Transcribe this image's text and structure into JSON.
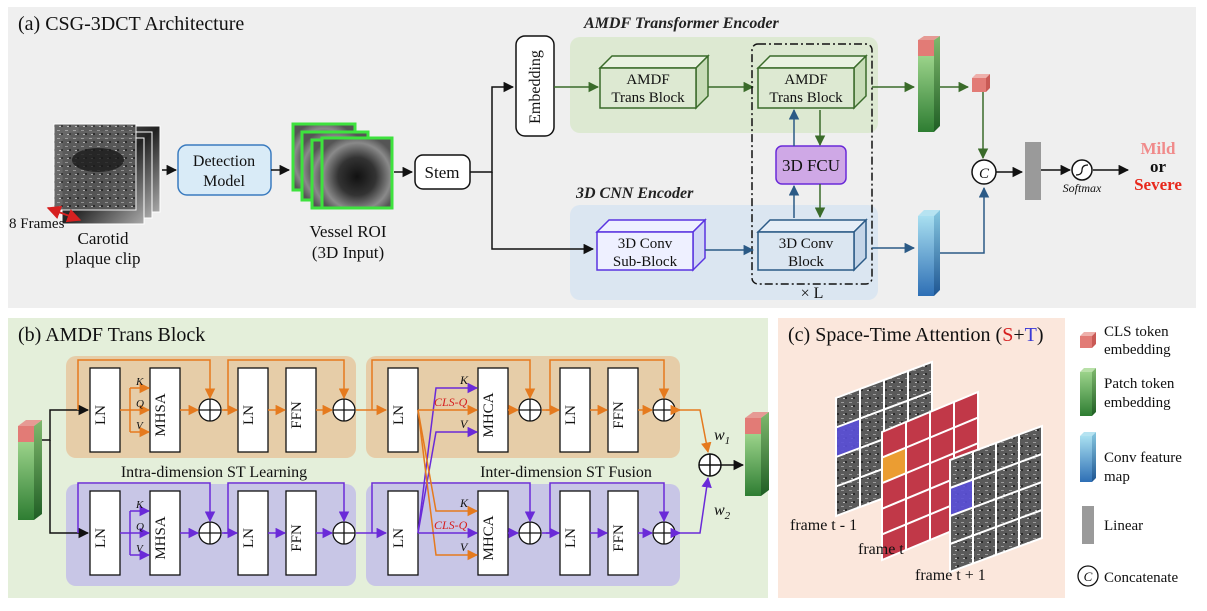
{
  "panel_a": {
    "title": "(a) CSG-3DCT Architecture",
    "transformer_encoder_title": "AMDF Transformer Encoder",
    "cnn_encoder_title": "3D CNN Encoder",
    "frames_label": "8 Frames",
    "clip_label_1": "Carotid",
    "clip_label_2": "plaque clip",
    "detection_line1": "Detection",
    "detection_line2": "Model",
    "roi_label_1": "Vessel ROI",
    "roi_label_2": "(3D Input)",
    "stem": "Stem",
    "embedding": "Embedding",
    "amdf_block_1a": "AMDF",
    "amdf_block_1b": "Trans Block",
    "amdf_block_2a": "AMDF",
    "amdf_block_2b": "Trans Block",
    "fcu": "3D FCU",
    "conv_sub_a": "3D Conv",
    "conv_sub_b": "Sub-Block",
    "conv_block_a": "3D Conv",
    "conv_block_b": "Block",
    "repeat": "× L",
    "concat_symbol": "C",
    "softmax": "Softmax",
    "out_mild": "Mild",
    "out_or": "or",
    "out_severe": "Severe"
  },
  "panel_b": {
    "title": "(b) AMDF Trans Block",
    "ln": "LN",
    "ffn": "FFN",
    "mhsa": "MHSA",
    "mhca": "MHCA",
    "k": "K",
    "q": "Q",
    "v": "V",
    "cls_q": "CLS-Q",
    "intra_label": "Intra-dimension ST Learning",
    "inter_label": "Inter-dimension ST Fusion",
    "w1": "w",
    "w1_sub": "1",
    "w2": "w",
    "w2_sub": "2"
  },
  "panel_c": {
    "title_prefix": "(c) Space-Time Attention (",
    "title_s": "S",
    "title_plus": "+",
    "title_t": "T",
    "title_suffix": ")",
    "frame_prev": "frame t - 1",
    "frame_cur": "frame t",
    "frame_next": "frame t + 1"
  },
  "legend": {
    "cls": [
      "CLS token",
      "embedding"
    ],
    "patch": [
      "Patch token",
      "embedding"
    ],
    "conv": [
      "Conv feature",
      "map"
    ],
    "linear": "Linear",
    "concat_symbol": "C",
    "concat": "Concatenate"
  },
  "colors": {
    "panel_a_bg": "#efefef",
    "panel_b_bg": "#e4efda",
    "panel_c_bg": "#fbe7dc",
    "transformer_bg": "#dde9d2",
    "cnn_bg": "#dbe6f1",
    "green_dark": "#3a6b2a",
    "blue_dark": "#2b5a86",
    "purple": "#6a2ad8",
    "orange": "#e57a1e",
    "cls_red": "#e27b76",
    "mild_red": "#f08b8b",
    "severe_red": "#e8281c"
  }
}
